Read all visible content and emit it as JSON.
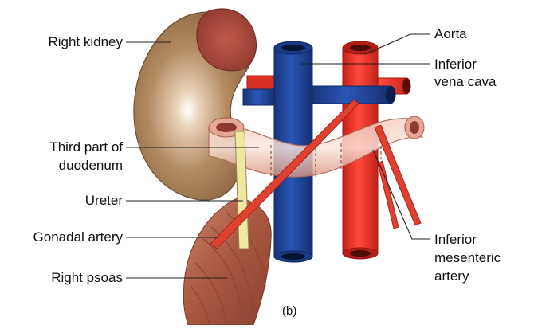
{
  "figure": {
    "caption": "(b)",
    "colors": {
      "kidney": "#a97d54",
      "adrenal": "#a8483a",
      "ivc": "#1d3f8f",
      "aorta": "#e8312a",
      "duodenum": "#e9b6a5",
      "ureter": "#eee8a0",
      "psoas": "#b0624a",
      "leader": "#222222"
    },
    "labels": {
      "right_kidney": "Right kidney",
      "third_part_line1": "Third part of",
      "third_part_line2": "duodenum",
      "ureter": "Ureter",
      "gonadal_artery": "Gonadal artery",
      "right_psoas": "Right psoas",
      "aorta": "Aorta",
      "ivc_line1": "Inferior",
      "ivc_line2": "vena cava",
      "ima_line1": "Inferior",
      "ima_line2": "mesenteric",
      "ima_line3": "artery"
    }
  }
}
